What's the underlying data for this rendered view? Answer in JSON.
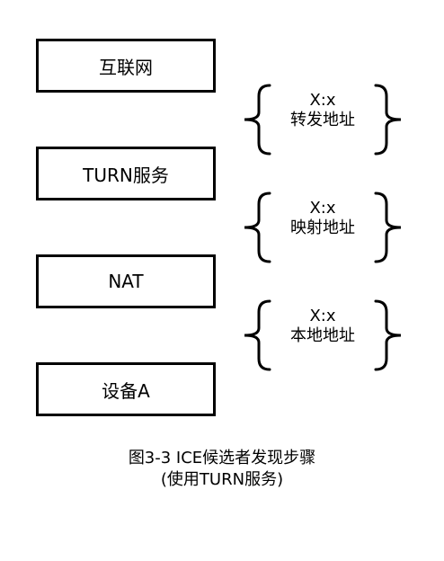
{
  "boxes": {
    "internet": "互联网",
    "turn_server": "TURN服务",
    "nat": "NAT",
    "device": "设备A"
  },
  "candidates": {
    "relay": {
      "address": "X:x",
      "type": "转发地址"
    },
    "mapped": {
      "address": "X:x",
      "type": "映射地址"
    },
    "local": {
      "address": "X:x",
      "type": "本地地址"
    }
  },
  "caption": {
    "line1": "图3-3 ICE候选者发现步骤",
    "line2": "(使用TURN服务)"
  }
}
